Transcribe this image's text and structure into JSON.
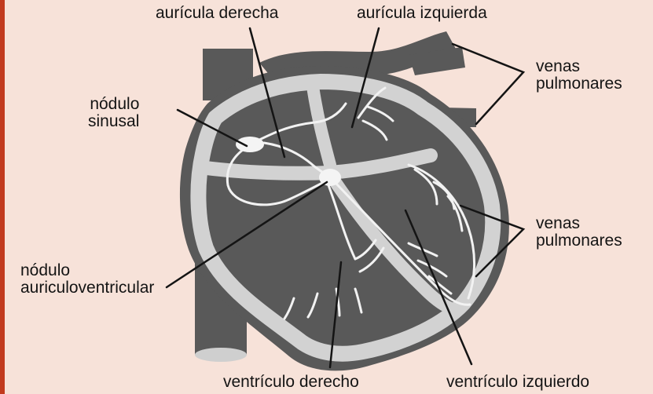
{
  "colors": {
    "background": "#f7e2d9",
    "accent_rule": "#c23a1e",
    "heart_dark": "#595959",
    "heart_light": "#d2d2d2",
    "conduction": "#f2f2f2",
    "leader_lines": "#141414"
  },
  "labels": {
    "right_atrium": "aurícula derecha",
    "left_atrium": "aurícula izquierda",
    "pulmonary_veins_top": [
      "venas",
      "pulmonares"
    ],
    "sinus_node": [
      "nódulo",
      "sinusal"
    ],
    "pulmonary_veins_right": [
      "venas",
      "pulmonares"
    ],
    "av_node": [
      "nódulo",
      "auriculoventricular"
    ],
    "right_ventricle": "ventrículo derecho",
    "left_ventricle": "ventrículo izquierdo"
  }
}
